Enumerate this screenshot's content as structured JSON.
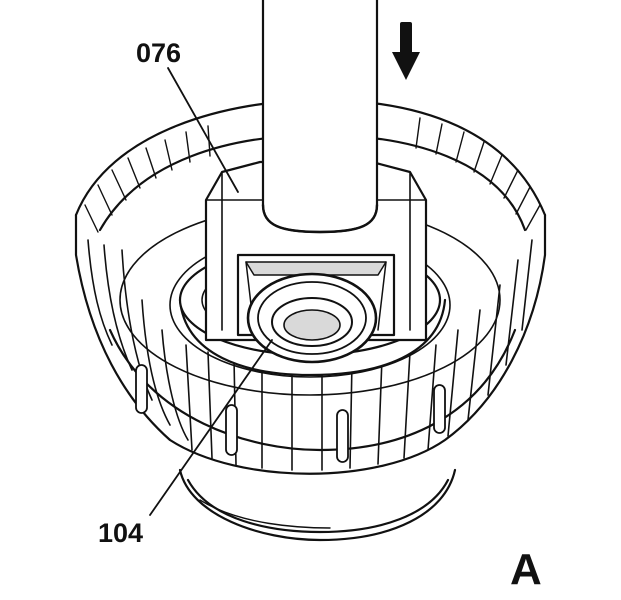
{
  "callouts": {
    "tool_number": "076",
    "part_number": "104"
  },
  "view_label": "A",
  "icons": {
    "direction": "arrow-down-icon"
  },
  "colors": {
    "ink": "#111111",
    "paper": "#ffffff",
    "shade": "#d9d9d9"
  }
}
